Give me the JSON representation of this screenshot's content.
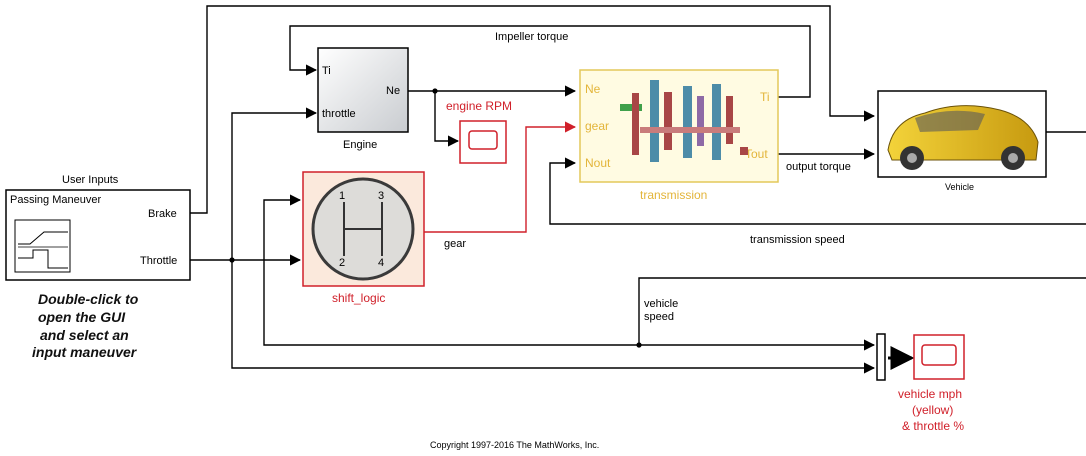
{
  "labels": {
    "impeller_torque": "Impeller torque",
    "transmission_speed": "transmission speed",
    "output_torque": "output torque",
    "gear_signal": "gear",
    "vehicle_speed_line1": "vehicle",
    "vehicle_speed_line2": "speed",
    "copyright": "Copyright 1997-2016 The MathWorks, Inc."
  },
  "blocks": {
    "user_inputs": {
      "title": "User Inputs",
      "name": "Passing Maneuver",
      "port_brake": "Brake",
      "port_throttle": "Throttle"
    },
    "engine": {
      "name": "Engine",
      "port_ti": "Ti",
      "port_throttle": "throttle",
      "port_ne": "Ne"
    },
    "engine_scope": {
      "name": "engine RPM"
    },
    "shift_logic": {
      "name": "shift_logic",
      "gear_1": "1",
      "gear_2": "2",
      "gear_3": "3",
      "gear_4": "4"
    },
    "transmission": {
      "name": "transmission",
      "port_ne": "Ne",
      "port_gear": "gear",
      "port_nout": "Nout",
      "port_ti": "Ti",
      "port_tout": "Tout"
    },
    "vehicle": {
      "name": "Vehicle"
    },
    "vehicle_scope": {
      "line1": "vehicle mph",
      "line2": "(yellow)",
      "line3": "& throttle %"
    }
  },
  "note": {
    "line1": "Double-click to",
    "line2": "open the GUI",
    "line3": "and select an",
    "line4": "input maneuver"
  },
  "colors": {
    "signal": "#000000",
    "gear_signal": "#d0202a",
    "shift_logic_border": "#d0202a",
    "shift_logic_fill": "#fbe9dc",
    "transmission_border": "#e3c85a",
    "transmission_fill": "#fffbe2",
    "scope_border": "#d0202a"
  }
}
